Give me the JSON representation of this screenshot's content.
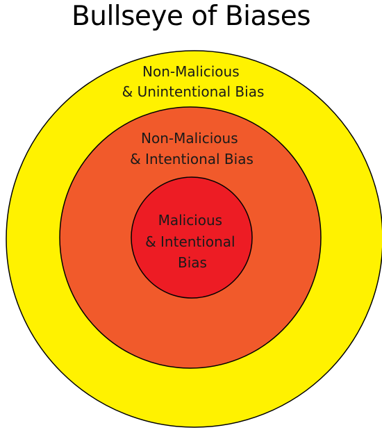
{
  "title": "Bullseye of Biases",
  "rings": [
    {
      "id": "outer",
      "lines": [
        "Non-Malicious",
        "& Unintentional Bias"
      ],
      "color": "#FFF200"
    },
    {
      "id": "middle",
      "lines": [
        "Non-Malicious",
        "& Intentional Bias"
      ],
      "color": "#F15A2B"
    },
    {
      "id": "inner",
      "lines": [
        "Malicious",
        "& Intentional",
        "Bias"
      ],
      "color": "#ED1C24"
    }
  ],
  "stroke_color": "#000000"
}
